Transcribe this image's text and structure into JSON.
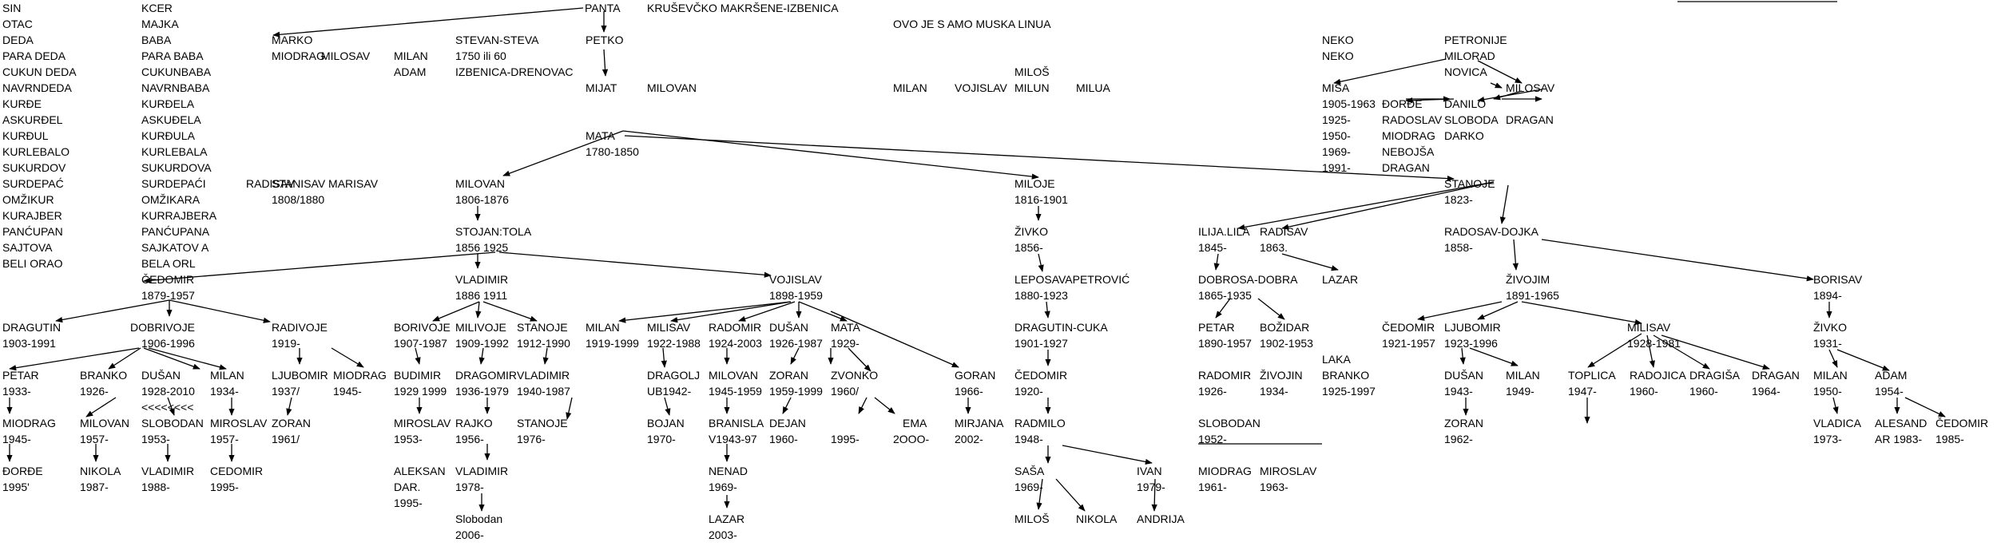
{
  "nodes": [
    {
      "id": "g0",
      "text": "SIN"
    },
    {
      "id": "g1",
      "text": "OTAC"
    },
    {
      "id": "g2",
      "text": "DEDA"
    },
    {
      "id": "g3",
      "text": "PARA DEDA"
    },
    {
      "id": "g4",
      "text": "CUKUN DEDA"
    },
    {
      "id": "g5",
      "text": "NAVRNDEDA"
    },
    {
      "id": "g6",
      "text": "KURĐE"
    },
    {
      "id": "g7",
      "text": "ASKURĐEL"
    },
    {
      "id": "g8",
      "text": "KURĐUL"
    },
    {
      "id": "g9",
      "text": "KURLEBALO"
    },
    {
      "id": "g10",
      "text": "SUKURDOV"
    },
    {
      "id": "g11",
      "text": "SURDEPAĆ"
    },
    {
      "id": "g12",
      "text": "OMŽIKUR"
    },
    {
      "id": "g13",
      "text": "KURAJBER"
    },
    {
      "id": "g14",
      "text": "PANĆUPAN"
    },
    {
      "id": "g15",
      "text": "SAJTOVA"
    },
    {
      "id": "g16",
      "text": "BELI ORAO"
    },
    {
      "id": "f0",
      "text": "KCER"
    },
    {
      "id": "f1",
      "text": "MAJKA"
    },
    {
      "id": "f2",
      "text": "BABA"
    },
    {
      "id": "f3",
      "text": "PARA BABA"
    },
    {
      "id": "f4",
      "text": "CUKUNBABA"
    },
    {
      "id": "f5",
      "text": "NAVRNBABA"
    },
    {
      "id": "f6",
      "text": "KURĐELA"
    },
    {
      "id": "f7",
      "text": "ASKUĐELA"
    },
    {
      "id": "f8",
      "text": "KURĐULA"
    },
    {
      "id": "f9",
      "text": "KURLEBALA"
    },
    {
      "id": "f10",
      "text": "SUKURDOVA"
    },
    {
      "id": "f11",
      "text": "SURDEPAĆI"
    },
    {
      "id": "f12",
      "text": "OMŽIKARA"
    },
    {
      "id": "f13",
      "text": "KURRAJBERA"
    },
    {
      "id": "f14",
      "text": "PANĆUPANA"
    },
    {
      "id": "f15",
      "text": "SAJKATOV A"
    },
    {
      "id": "f16",
      "text": "BELA ORL"
    },
    {
      "id": "panta",
      "text": "PANTA"
    },
    {
      "id": "krus",
      "text": "KRUŠEVČKO MAKRŠENE-IZBENICA"
    },
    {
      "id": "ovo",
      "text": "OVO JE S  AMO MUSKA LINUA"
    },
    {
      "id": "marko",
      "text": "MARKO"
    },
    {
      "id": "miodrag1",
      "text": "MIODRAG"
    },
    {
      "id": "milosav1",
      "text": "MILOSAV"
    },
    {
      "id": "milan1",
      "text": "MILAN"
    },
    {
      "id": "adam1",
      "text": "ADAM"
    },
    {
      "id": "stevan",
      "text": "STEVAN-STEVA"
    },
    {
      "id": "stevan_d",
      "text": "1750 ili 60"
    },
    {
      "id": "izbenica",
      "text": "IZBENICA-DRENOVAC"
    },
    {
      "id": "petko",
      "text": "PETKO"
    },
    {
      "id": "mijat",
      "text": "MIJAT"
    },
    {
      "id": "milovan1",
      "text": "MILOVAN"
    },
    {
      "id": "milan_top",
      "text": "MILAN"
    },
    {
      "id": "vojislav_top",
      "text": "VOJISLAV"
    },
    {
      "id": "milos_top",
      "text": "MILOŠ"
    },
    {
      "id": "milun",
      "text": "MILUN"
    },
    {
      "id": "milua",
      "text": "MILUA"
    },
    {
      "id": "radisav1",
      "text": "RADISAV"
    },
    {
      "id": "stanisav",
      "text": "STANISAV MARISAV"
    },
    {
      "id": "stanisav_d",
      "text": "1808/1880"
    },
    {
      "id": "mata",
      "text": "MATA"
    },
    {
      "id": "mata_d",
      "text": "1780-1850"
    },
    {
      "id": "milovan2",
      "text": "MILOVAN"
    },
    {
      "id": "milovan2_d",
      "text": "1806-1876"
    },
    {
      "id": "stojan",
      "text": "STOJAN:TOLA"
    },
    {
      "id": "stojan_d",
      "text": "1856 1925"
    },
    {
      "id": "cedomir1",
      "text": "ČEDOMIR"
    },
    {
      "id": "cedomir1_d",
      "text": "1879-1957"
    },
    {
      "id": "dragutin",
      "text": "DRAGUTIN"
    },
    {
      "id": "dragutin_d",
      "text": "1903-1991"
    },
    {
      "id": "dobrivoje",
      "text": "DOBRIVOJE"
    },
    {
      "id": "dobrivoje_d",
      "text": "1906-1996"
    },
    {
      "id": "radivoje",
      "text": "RADIVOJE"
    },
    {
      "id": "radivoje_d",
      "text": "1919-"
    },
    {
      "id": "petar1",
      "text": "PETAR"
    },
    {
      "id": "petar1_d",
      "text": "1933-"
    },
    {
      "id": "branko1",
      "text": "BRANKO"
    },
    {
      "id": "branko1_d",
      "text": "1926-"
    },
    {
      "id": "dusan1",
      "text": "DUŠAN"
    },
    {
      "id": "dusan1_d",
      "text": "1928-2010"
    },
    {
      "id": "milan2",
      "text": "MILAN"
    },
    {
      "id": "milan2_d",
      "text": "1934-"
    },
    {
      "id": "ljubomir1",
      "text": "LJUBOMIR"
    },
    {
      "id": "ljubomir1_d",
      "text": "1937/"
    },
    {
      "id": "miodrag2",
      "text": "MIODRAG"
    },
    {
      "id": "miodrag2_d",
      "text": "1945-"
    },
    {
      "id": "miodrag3",
      "text": "MIODRAG"
    },
    {
      "id": "miodrag3_d",
      "text": "1945-"
    },
    {
      "id": "milovan3",
      "text": "MILOVAN"
    },
    {
      "id": "milovan3_d",
      "text": "1957-"
    },
    {
      "id": "arrows",
      "text": "<<<<<<<<"
    },
    {
      "id": "slobodan1",
      "text": "SLOBODAN"
    },
    {
      "id": "slobodan1_d",
      "text": "1953-"
    },
    {
      "id": "miroslav1",
      "text": "MIROSLAV"
    },
    {
      "id": "miroslav1_d",
      "text": "1957-"
    },
    {
      "id": "zoran1",
      "text": "ZORAN"
    },
    {
      "id": "zoran1_d",
      "text": "1961/"
    },
    {
      "id": "djordje1",
      "text": "ĐORĐE"
    },
    {
      "id": "djordje1_d",
      "text": "1995'"
    },
    {
      "id": "nikola1",
      "text": "NIKOLA"
    },
    {
      "id": "nikola1_d",
      "text": "1987-"
    },
    {
      "id": "vladimir1",
      "text": "VLADIMIR"
    },
    {
      "id": "vladimir1_d",
      "text": "1988-"
    },
    {
      "id": "cedomir2",
      "text": "CEDOMIR"
    },
    {
      "id": "cedomir2_d",
      "text": "1995-"
    },
    {
      "id": "vladimir2",
      "text": "VLADIMIR"
    },
    {
      "id": "vladimir2_d",
      "text": "1886 1911"
    },
    {
      "id": "borivoje",
      "text": "BORIVOJE"
    },
    {
      "id": "borivoje_d",
      "text": "1907-1987"
    },
    {
      "id": "milivoje",
      "text": "MILIVOJE"
    },
    {
      "id": "milivoje_d",
      "text": "1909-1992"
    },
    {
      "id": "stanoje1",
      "text": "STANOJE"
    },
    {
      "id": "stanoje1_d",
      "text": "1912-1990"
    },
    {
      "id": "budimir",
      "text": "BUDIMIR"
    },
    {
      "id": "budimir_d",
      "text": "1929 1999"
    },
    {
      "id": "dragomir1",
      "text": "DRAGOMIR"
    },
    {
      "id": "dragomir1_d",
      "text": "1936-1979"
    },
    {
      "id": "vladimir3",
      "text": "VLADIMIR"
    },
    {
      "id": "vladimir3_d",
      "text": "1940-1987"
    },
    {
      "id": "miroslav2",
      "text": "MIROSLAV"
    },
    {
      "id": "miroslav2_d",
      "text": "1953-"
    },
    {
      "id": "rajko",
      "text": "RAJKO"
    },
    {
      "id": "rajko_d",
      "text": "1956-"
    },
    {
      "id": "stanoje2",
      "text": "STANOJE"
    },
    {
      "id": "stanoje2_d",
      "text": "1976-"
    },
    {
      "id": "aleksandar",
      "text": "ALEKSAN"
    },
    {
      "id": "aleksandar_d1",
      "text": "DAR."
    },
    {
      "id": "aleksandar_d2",
      "text": "1995-"
    },
    {
      "id": "vladimir4",
      "text": "VLADIMIR"
    },
    {
      "id": "vladimir4_d",
      "text": "1978-"
    },
    {
      "id": "slobodan2",
      "text": "Slobodan"
    },
    {
      "id": "slobodan2_d",
      "text": "2006-"
    },
    {
      "id": "vojislav",
      "text": "VOJISLAV"
    },
    {
      "id": "vojislav_d",
      "text": "1898-1959"
    },
    {
      "id": "milan3",
      "text": "MILAN"
    },
    {
      "id": "milan3_d",
      "text": "1919-1999"
    },
    {
      "id": "milisav1",
      "text": "MILISAV"
    },
    {
      "id": "milisav1_d",
      "text": "1922-1988"
    },
    {
      "id": "radomir1",
      "text": "RADOMIR"
    },
    {
      "id": "radomir1_d",
      "text": "1924-2003"
    },
    {
      "id": "dusan2",
      "text": "DUŠAN"
    },
    {
      "id": "dusan2_d",
      "text": "1926-1987"
    },
    {
      "id": "mata2",
      "text": "MATA"
    },
    {
      "id": "mata2_d",
      "text": "1929-"
    },
    {
      "id": "dragolj",
      "text": "DRAGOLJ"
    },
    {
      "id": "dragolj_d",
      "text": "UB1942-"
    },
    {
      "id": "milovan4",
      "text": "MILOVAN"
    },
    {
      "id": "milovan4_d",
      "text": "1945-1959"
    },
    {
      "id": "zoran2",
      "text": "ZORAN"
    },
    {
      "id": "zoran2_d",
      "text": "1959-1999"
    },
    {
      "id": "zvonko",
      "text": "ZVONKO"
    },
    {
      "id": "zvonko_d",
      "text": "1960/"
    },
    {
      "id": "goran1",
      "text": "GORAN"
    },
    {
      "id": "goran1_d",
      "text": "1966-"
    },
    {
      "id": "bojan",
      "text": "BOJAN"
    },
    {
      "id": "bojan_d",
      "text": "1970-"
    },
    {
      "id": "branislav",
      "text": "BRANISLA"
    },
    {
      "id": "branislav_d",
      "text": "V1943-97"
    },
    {
      "id": "dejan",
      "text": "DEJAN"
    },
    {
      "id": "dejan_d",
      "text": "1960-"
    },
    {
      "id": "y1995",
      "text": "1995-"
    },
    {
      "id": "ema",
      "text": "EMA"
    },
    {
      "id": "ema_d",
      "text": "2OOO-"
    },
    {
      "id": "mirjana",
      "text": "MIRJANA"
    },
    {
      "id": "mirjana_d",
      "text": "2002-"
    },
    {
      "id": "nenad",
      "text": "NENAD"
    },
    {
      "id": "nenad_d",
      "text": "1969-"
    },
    {
      "id": "lazar1",
      "text": "LAZAR"
    },
    {
      "id": "lazar1_d",
      "text": "2003-"
    },
    {
      "id": "miloje",
      "text": "MILOJE"
    },
    {
      "id": "miloje_d",
      "text": "1816-1901"
    },
    {
      "id": "zivko1",
      "text": "ŽIVKO"
    },
    {
      "id": "zivko1_d",
      "text": "1856-"
    },
    {
      "id": "leposava",
      "text": "LEPOSAVAPETROVIĆ"
    },
    {
      "id": "leposava_d",
      "text": "1880-1923"
    },
    {
      "id": "dragutin2",
      "text": "DRAGUTIN-CUKA"
    },
    {
      "id": "dragutin2_d",
      "text": "1901-1927"
    },
    {
      "id": "cedomir3",
      "text": "ČEDOMIR"
    },
    {
      "id": "cedomir3_d",
      "text": "1920-"
    },
    {
      "id": "radmilo",
      "text": "RADMILO"
    },
    {
      "id": "radmilo_d",
      "text": "1948-"
    },
    {
      "id": "sasa",
      "text": "SAŠA"
    },
    {
      "id": "sasa_d",
      "text": "1969-"
    },
    {
      "id": "ivan",
      "text": "IVAN"
    },
    {
      "id": "ivan_d",
      "text": "1979-"
    },
    {
      "id": "milos2",
      "text": "MILOŠ"
    },
    {
      "id": "nikola2",
      "text": "NIKOLA"
    },
    {
      "id": "andrija",
      "text": "ANDRIJA"
    },
    {
      "id": "neko1",
      "text": "NEKO"
    },
    {
      "id": "neko2",
      "text": "NEKO"
    },
    {
      "id": "petronije",
      "text": "PETRONIJE"
    },
    {
      "id": "milorad",
      "text": "MILORAD"
    },
    {
      "id": "novica",
      "text": "NOVICA"
    },
    {
      "id": "misa",
      "text": "MIŠA"
    },
    {
      "id": "misa_d",
      "text": "1905-1963"
    },
    {
      "id": "djordje2",
      "text": "ĐORĐE"
    },
    {
      "id": "danilo",
      "text": "DANILO"
    },
    {
      "id": "milosav2",
      "text": "MILOSAV"
    },
    {
      "id": "y1925",
      "text": "1925-"
    },
    {
      "id": "radoslav",
      "text": "RADOSLAV"
    },
    {
      "id": "sloboda",
      "text": "SLOBODA"
    },
    {
      "id": "dragan1",
      "text": "DRAGAN"
    },
    {
      "id": "y1950",
      "text": "1950-"
    },
    {
      "id": "miodrag4",
      "text": "MIODRAG"
    },
    {
      "id": "darko",
      "text": "DARKO"
    },
    {
      "id": "y1969",
      "text": "1969-"
    },
    {
      "id": "nebojsa",
      "text": "NEBOJŠA"
    },
    {
      "id": "y1991",
      "text": "1991-"
    },
    {
      "id": "dragan2",
      "text": "DRAGAN"
    },
    {
      "id": "stanoje3",
      "text": "STANOJE"
    },
    {
      "id": "stanoje3_d",
      "text": "1823-"
    },
    {
      "id": "ilija",
      "text": "ILIJA.LILA"
    },
    {
      "id": "ilija_d",
      "text": "1845-"
    },
    {
      "id": "radisav2",
      "text": "RADISAV"
    },
    {
      "id": "radisav2_d",
      "text": "1863."
    },
    {
      "id": "dobrosa",
      "text": "DOBROSA-DOBRA"
    },
    {
      "id": "dobrosa_d",
      "text": "1865-1935"
    },
    {
      "id": "lazar2",
      "text": "LAZAR"
    },
    {
      "id": "petar2",
      "text": "PETAR"
    },
    {
      "id": "petar2_d",
      "text": "1890-1957"
    },
    {
      "id": "bozidar",
      "text": "BOŽIDAR"
    },
    {
      "id": "bozidar_d",
      "text": "1902-1953"
    },
    {
      "id": "laka",
      "text": "LAKA"
    },
    {
      "id": "branko2",
      "text": "BRANKO"
    },
    {
      "id": "branko2_d",
      "text": "1925-1997"
    },
    {
      "id": "radomir2",
      "text": "RADOMIR"
    },
    {
      "id": "radomir2_d",
      "text": "1926-"
    },
    {
      "id": "zivojin",
      "text": "ŽIVOJIN"
    },
    {
      "id": "zivojin_d",
      "text": "1934-"
    },
    {
      "id": "slobodan3",
      "text": "SLOBODAN"
    },
    {
      "id": "slobodan3_d",
      "text": "1952-"
    },
    {
      "id": "miodrag5",
      "text": "MIODRAG"
    },
    {
      "id": "miodrag5_d",
      "text": "1961-"
    },
    {
      "id": "miroslav3",
      "text": "MIROSLAV"
    },
    {
      "id": "miroslav3_d",
      "text": "1963-"
    },
    {
      "id": "radosav",
      "text": "RADOSAV-DOJKA"
    },
    {
      "id": "radosav_d",
      "text": "1858-"
    },
    {
      "id": "zivojin2",
      "text": "ŽIVOJIM"
    },
    {
      "id": "zivojin2_d",
      "text": "1891-1965"
    },
    {
      "id": "borisav",
      "text": "BORISAV"
    },
    {
      "id": "borisav_d",
      "text": "1894-"
    },
    {
      "id": "cedomir4",
      "text": "ČEDOMIR"
    },
    {
      "id": "cedomir4_d",
      "text": "1921-1957"
    },
    {
      "id": "ljubomir2",
      "text": "LJUBOMIR"
    },
    {
      "id": "ljubomir2_d",
      "text": "1923-1996"
    },
    {
      "id": "milisav2",
      "text": "MILISAV"
    },
    {
      "id": "milisav2_d",
      "text": "1928-1981"
    },
    {
      "id": "zivko2",
      "text": "ŽIVKO"
    },
    {
      "id": "zivko2_d",
      "text": "1931-"
    },
    {
      "id": "dusan3",
      "text": "DUŠAN"
    },
    {
      "id": "dusan3_d",
      "text": "1943-"
    },
    {
      "id": "milan4",
      "text": "MILAN"
    },
    {
      "id": "milan4_d",
      "text": "1949-"
    },
    {
      "id": "toplica",
      "text": "TOPLICA"
    },
    {
      "id": "toplica_d",
      "text": "1947-"
    },
    {
      "id": "radojica",
      "text": "RADOJICA"
    },
    {
      "id": "radojica_d",
      "text": "1960-"
    },
    {
      "id": "dragisa",
      "text": "DRAGIŠA"
    },
    {
      "id": "dragisa_d",
      "text": "1960-"
    },
    {
      "id": "dragan3",
      "text": "DRAGAN"
    },
    {
      "id": "dragan3_d",
      "text": "1964-"
    },
    {
      "id": "zoran3",
      "text": "ZORAN"
    },
    {
      "id": "zoran3_d",
      "text": "1962-"
    },
    {
      "id": "milan5",
      "text": "MILAN"
    },
    {
      "id": "milan5_d",
      "text": "1950-"
    },
    {
      "id": "adam2",
      "text": "ADAM"
    },
    {
      "id": "adam2_d",
      "text": "1954-"
    },
    {
      "id": "vladica",
      "text": "VLADICA"
    },
    {
      "id": "vladica_d",
      "text": "1973-"
    },
    {
      "id": "aleksandar2",
      "text": "ALESAND"
    },
    {
      "id": "aleksandar2_d",
      "text": "AR 1983-"
    },
    {
      "id": "cedomir5",
      "text": "ČEDOMIR"
    },
    {
      "id": "cedomir5_d",
      "text": "1985-"
    }
  ]
}
